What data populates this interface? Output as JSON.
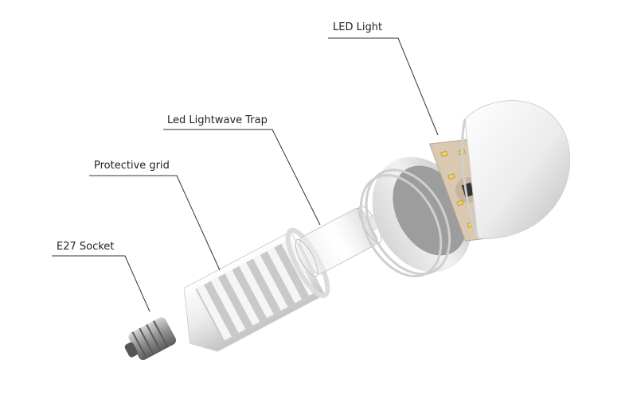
{
  "labels": {
    "led_light": "LED Light",
    "lightwave_trap": "Led Lightwave Trap",
    "protective_grid": "Protective grid",
    "socket": "E27 Socket"
  },
  "colors": {
    "background": "#ffffff",
    "body_white": "#f4f4f4",
    "shadow_gray": "#bdbdbd",
    "socket_metal": "#9a9a9a",
    "pcb_beige": "#d9c9b2",
    "led_yellow": "#f4d24a",
    "leader_line": "#333333"
  },
  "icons": {
    "bulb": "exploded-bulb-illustration"
  }
}
